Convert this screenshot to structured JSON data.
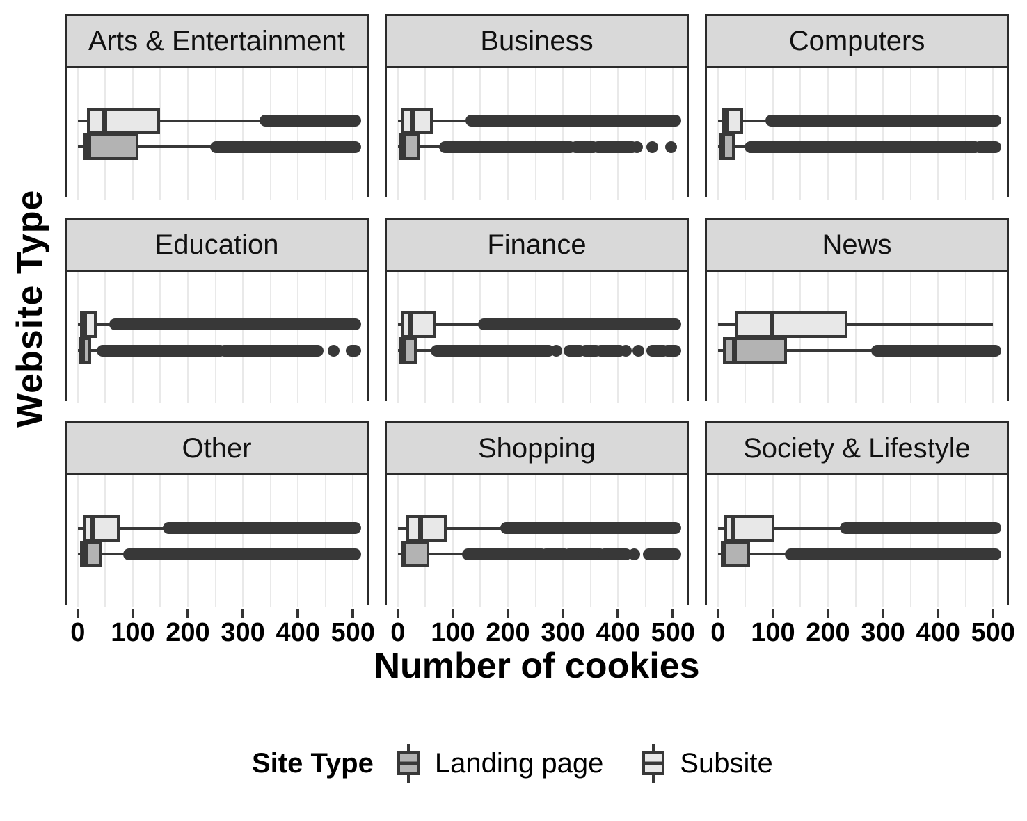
{
  "y_axis_title": "Website Type",
  "x_axis_title": "Number of cookies",
  "legend": {
    "title": "Site Type",
    "items": [
      {
        "label": "Landing page",
        "fill": "#b3b3b3"
      },
      {
        "label": "Subsite",
        "fill": "#e8e8e8"
      }
    ]
  },
  "colors": {
    "dark_stroke": "#383838",
    "panel_border": "#2b2b2b",
    "strip_background": "#d9d9d9",
    "gridline": "#e9e9e9",
    "subsite_fill": "#e8e8e8",
    "landing_fill": "#b3b3b3",
    "background": "#ffffff"
  },
  "chart_data": {
    "type": "boxplot",
    "orientation": "horizontal",
    "facet_layout": "3x3",
    "title": "",
    "x": {
      "label": "Number of cookies",
      "ticks": [
        0,
        100,
        200,
        300,
        400,
        500
      ],
      "minor_grid_step": 50,
      "range": [
        -20,
        525
      ]
    },
    "y": {
      "label": "Website Type"
    },
    "grid": "vertical-only",
    "legend_position": "bottom",
    "series": [
      {
        "name": "Subsite",
        "fill": "#e8e8e8"
      },
      {
        "name": "Landing page",
        "fill": "#b3b3b3"
      }
    ],
    "facets": [
      {
        "label": "Arts & Entertainment",
        "boxes": [
          {
            "series": "Subsite",
            "whisker_low": 0,
            "q1": 17,
            "median": 49,
            "q3": 150,
            "whisker_high": 340,
            "outlier_runs": [
              [
                340,
                505
              ]
            ],
            "outlier_points": []
          },
          {
            "series": "Landing page",
            "whisker_low": 0,
            "q1": 9,
            "median": 20,
            "q3": 110,
            "whisker_high": 250,
            "outlier_runs": [
              [
                250,
                505
              ]
            ],
            "outlier_points": []
          }
        ]
      },
      {
        "label": "Business",
        "boxes": [
          {
            "series": "Subsite",
            "whisker_low": 0,
            "q1": 7,
            "median": 26,
            "q3": 64,
            "whisker_high": 133,
            "outlier_runs": [
              [
                133,
                505
              ]
            ],
            "outlier_points": []
          },
          {
            "series": "Landing page",
            "whisker_low": 0,
            "q1": 2,
            "median": 10,
            "q3": 39,
            "whisker_high": 81,
            "outlier_runs": [
              [
                85,
                314
              ],
              [
                323,
                355
              ],
              [
                363,
                426
              ]
            ],
            "outlier_points": [
              435,
              462,
              496
            ]
          }
        ]
      },
      {
        "label": "Computers",
        "boxes": [
          {
            "series": "Subsite",
            "whisker_low": 0,
            "q1": 6,
            "median": 15,
            "q3": 46,
            "whisker_high": 96,
            "outlier_runs": [
              [
                96,
                505
              ]
            ],
            "outlier_points": []
          },
          {
            "series": "Landing page",
            "whisker_low": 0,
            "q1": 2,
            "median": 9,
            "q3": 30,
            "whisker_high": 59,
            "outlier_runs": [
              [
                59,
                468
              ],
              [
                474,
                505
              ]
            ],
            "outlier_points": []
          }
        ]
      },
      {
        "label": "Education",
        "boxes": [
          {
            "series": "Subsite",
            "whisker_low": 0,
            "q1": 4,
            "median": 12,
            "q3": 35,
            "whisker_high": 67,
            "outlier_runs": [
              [
                67,
                505
              ]
            ],
            "outlier_points": []
          },
          {
            "series": "Landing page",
            "whisker_low": 0,
            "q1": 2,
            "median": 8,
            "q3": 24,
            "whisker_high": 36,
            "outlier_runs": [
              [
                44,
                260
              ],
              [
                266,
                437
              ],
              [
                497,
                505
              ]
            ],
            "outlier_points": [
              465
            ]
          }
        ]
      },
      {
        "label": "Finance",
        "boxes": [
          {
            "series": "Subsite",
            "whisker_low": 0,
            "q1": 7,
            "median": 24,
            "q3": 68,
            "whisker_high": 156,
            "outlier_runs": [
              [
                156,
                505
              ]
            ],
            "outlier_points": []
          },
          {
            "series": "Landing page",
            "whisker_low": 0,
            "q1": 2,
            "median": 11,
            "q3": 34,
            "whisker_high": 70,
            "outlier_runs": [
              [
                70,
                275
              ],
              [
                311,
                332
              ],
              [
                340,
                361
              ],
              [
                368,
                403
              ],
              [
                462,
                483
              ],
              [
                489,
                505
              ]
            ],
            "outlier_points": [
              288,
              414,
              437
            ]
          }
        ]
      },
      {
        "label": "News",
        "boxes": [
          {
            "series": "Subsite",
            "whisker_low": 0,
            "q1": 30,
            "median": 98,
            "q3": 236,
            "whisker_high": 500,
            "outlier_runs": [],
            "outlier_points": []
          },
          {
            "series": "Landing page",
            "whisker_low": 0,
            "q1": 9,
            "median": 30,
            "q3": 125,
            "whisker_high": 286,
            "outlier_runs": [
              [
                288,
                505
              ]
            ],
            "outlier_points": []
          }
        ]
      },
      {
        "label": "Other",
        "boxes": [
          {
            "series": "Subsite",
            "whisker_low": 0,
            "q1": 9,
            "median": 26,
            "q3": 76,
            "whisker_high": 165,
            "outlier_runs": [
              [
                165,
                505
              ]
            ],
            "outlier_points": []
          },
          {
            "series": "Landing page",
            "whisker_low": 0,
            "q1": 4,
            "median": 13,
            "q3": 45,
            "whisker_high": 93,
            "outlier_runs": [
              [
                93,
                505
              ]
            ],
            "outlier_points": []
          }
        ]
      },
      {
        "label": "Shopping",
        "boxes": [
          {
            "series": "Subsite",
            "whisker_low": 0,
            "q1": 15,
            "median": 41,
            "q3": 89,
            "whisker_high": 196,
            "outlier_runs": [
              [
                196,
                505
              ]
            ],
            "outlier_points": []
          },
          {
            "series": "Landing page",
            "whisker_low": 0,
            "q1": 5,
            "median": 11,
            "q3": 57,
            "whisker_high": 127,
            "outlier_runs": [
              [
                127,
                262
              ],
              [
                268,
                304
              ],
              [
                310,
                368
              ],
              [
                374,
                415
              ],
              [
                455,
                505
              ]
            ],
            "outlier_points": [
              430
            ]
          }
        ]
      },
      {
        "label": "Society & Lifestyle",
        "boxes": [
          {
            "series": "Subsite",
            "whisker_low": 0,
            "q1": 11,
            "median": 27,
            "q3": 103,
            "whisker_high": 232,
            "outlier_runs": [
              [
                232,
                505
              ]
            ],
            "outlier_points": []
          },
          {
            "series": "Landing page",
            "whisker_low": 0,
            "q1": 5,
            "median": 11,
            "q3": 59,
            "whisker_high": 132,
            "outlier_runs": [
              [
                132,
                505
              ]
            ],
            "outlier_points": []
          }
        ]
      }
    ]
  }
}
